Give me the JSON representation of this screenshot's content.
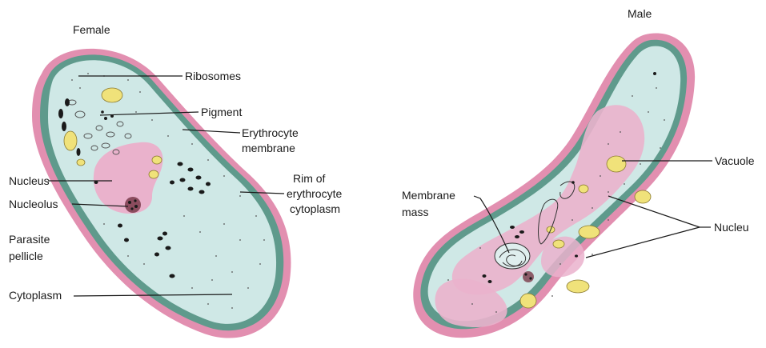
{
  "female": {
    "title": "Female",
    "labels": {
      "ribosomes": "Ribosomes",
      "pigment": "Pigment",
      "erythrocyte_membrane_1": "Erythrocyte",
      "erythrocyte_membrane_2": "membrane",
      "rim_1": "Rim of",
      "rim_2": "erythrocyte",
      "rim_3": "cytoplasm",
      "nucleus": "Nucleus",
      "nucleolus": "Nucleolus",
      "pellicle_1": "Parasite",
      "pellicle_2": "pellicle",
      "cytoplasm": "Cytoplasm"
    }
  },
  "male": {
    "title": "Male",
    "labels": {
      "vacuole": "Vacuole",
      "membrane_mass_1": "Membrane",
      "membrane_mass_2": "mass",
      "nucleus": "Nucleu"
    }
  },
  "colors": {
    "rim_pink": "#e28fb0",
    "membrane_teal": "#5f9a8c",
    "cytoplasm": "#cfe8e6",
    "nucleus_pink": "#eab2cc",
    "vacuole_yellow": "#f0e27a",
    "pigment": "#1a1a1a"
  }
}
